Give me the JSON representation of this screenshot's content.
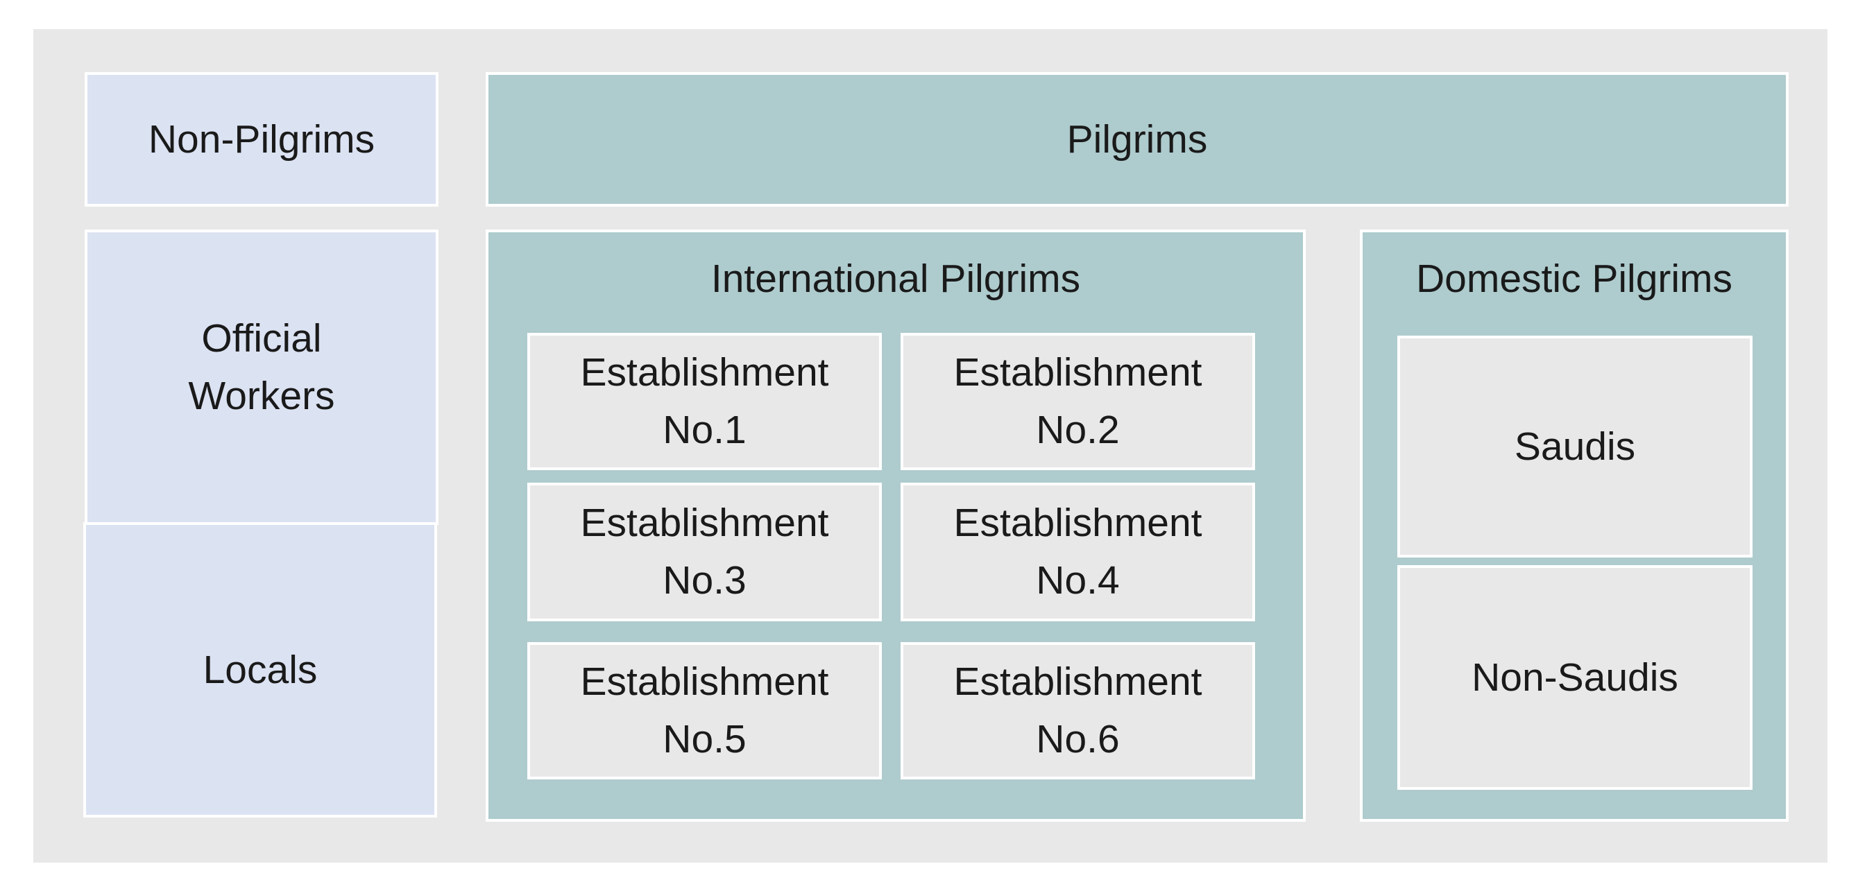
{
  "non_pilgrims": {
    "header": "Non-Pilgrims",
    "official_workers": [
      "Official",
      "Workers"
    ],
    "locals": "Locals"
  },
  "pilgrims": {
    "header": "Pilgrims",
    "international": {
      "title": "International Pilgrims",
      "establishments": [
        {
          "line1": "Establishment",
          "line2": "No.1"
        },
        {
          "line1": "Establishment",
          "line2": "No.2"
        },
        {
          "line1": "Establishment",
          "line2": "No.3"
        },
        {
          "line1": "Establishment",
          "line2": "No.4"
        },
        {
          "line1": "Establishment",
          "line2": "No.5"
        },
        {
          "line1": "Establishment",
          "line2": "No.6"
        }
      ]
    },
    "domestic": {
      "title": "Domestic Pilgrims",
      "saudis": "Saudis",
      "non_saudis": "Non-Saudis"
    }
  },
  "colors": {
    "background": "#e8e8e8",
    "non_pilgrim_fill": "#dbe2f2",
    "pilgrim_fill": "#aecbcd",
    "inner_fill": "#e8e8e8",
    "border": "#ffffff"
  }
}
